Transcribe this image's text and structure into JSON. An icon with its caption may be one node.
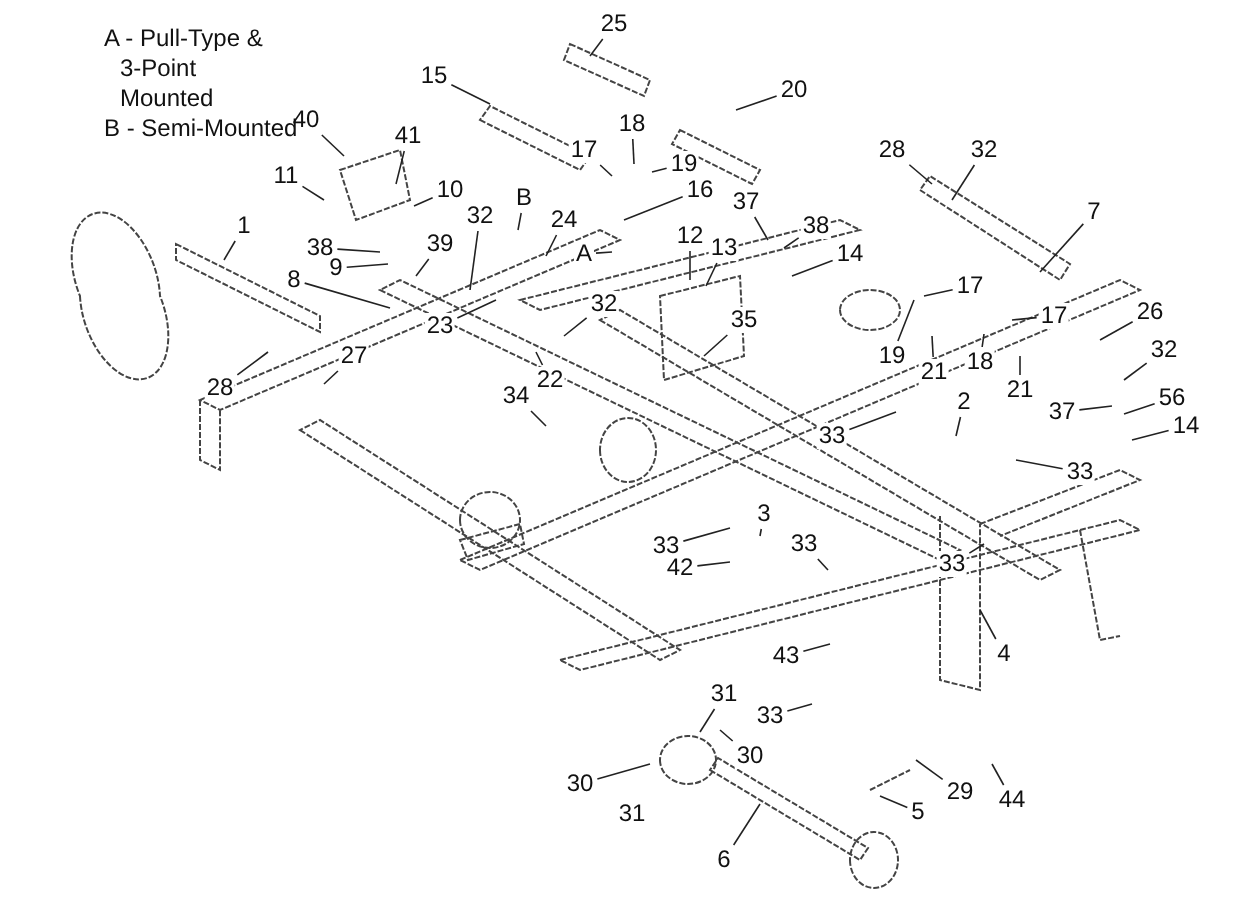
{
  "diagram": {
    "nodes": [
      {
        "text": [
          "1"
        ]
      },
      {
        "text": [
          "40"
        ]
      },
      {
        "text": [
          "41"
        ]
      },
      {
        "text": [
          "11"
        ]
      },
      {
        "text": [
          "10"
        ]
      },
      {
        "text": [
          "38"
        ]
      },
      {
        "text": [
          "9"
        ]
      },
      {
        "text": [
          "39"
        ]
      },
      {
        "text": [
          "8"
        ]
      },
      {
        "text": [
          "32"
        ]
      },
      {
        "text": [
          "23"
        ]
      },
      {
        "text": [
          "B"
        ]
      },
      {
        "text": [
          "24"
        ]
      },
      {
        "text": [
          "A"
        ]
      },
      {
        "text": [
          "32"
        ]
      },
      {
        "text": [
          "22"
        ]
      },
      {
        "text": [
          "34"
        ]
      },
      {
        "text": [
          "28"
        ]
      },
      {
        "text": [
          "27"
        ]
      },
      {
        "text": [
          "25"
        ]
      },
      {
        "text": [
          "15"
        ]
      },
      {
        "text": [
          "17"
        ]
      },
      {
        "text": [
          "18"
        ]
      },
      {
        "text": [
          "19"
        ]
      },
      {
        "text": [
          "16"
        ]
      },
      {
        "text": [
          "20"
        ]
      },
      {
        "text": [
          "12"
        ]
      },
      {
        "text": [
          "13"
        ]
      },
      {
        "text": [
          "35"
        ]
      },
      {
        "text": [
          "37"
        ]
      },
      {
        "text": [
          "38"
        ]
      },
      {
        "text": [
          "14"
        ]
      },
      {
        "text": [
          "28"
        ]
      },
      {
        "text": [
          "32"
        ]
      },
      {
        "text": [
          "7"
        ]
      },
      {
        "text": [
          "17"
        ]
      },
      {
        "text": [
          "17"
        ]
      },
      {
        "text": [
          "19"
        ]
      },
      {
        "text": [
          "21"
        ]
      },
      {
        "text": [
          "18"
        ]
      },
      {
        "text": [
          "21"
        ]
      },
      {
        "text": [
          "26"
        ]
      },
      {
        "text": [
          "32"
        ]
      },
      {
        "text": [
          "37"
        ]
      },
      {
        "text": [
          "56"
        ]
      },
      {
        "text": [
          "14"
        ]
      },
      {
        "text": [
          "33"
        ]
      },
      {
        "text": [
          "2"
        ]
      },
      {
        "text": [
          "33"
        ]
      },
      {
        "text": [
          "3"
        ]
      },
      {
        "text": [
          "33"
        ]
      },
      {
        "text": [
          "33"
        ]
      },
      {
        "text": [
          "33"
        ]
      },
      {
        "text": [
          "42"
        ]
      },
      {
        "text": [
          "43"
        ]
      },
      {
        "text": [
          "33"
        ]
      },
      {
        "text": [
          "4"
        ]
      },
      {
        "text": [
          "31"
        ]
      },
      {
        "text": [
          "30"
        ]
      },
      {
        "text": [
          "30"
        ]
      },
      {
        "text": [
          "31"
        ]
      },
      {
        "text": [
          "29"
        ]
      },
      {
        "text": [
          "44"
        ]
      },
      {
        "text": [
          "5"
        ]
      },
      {
        "text": [
          "6"
        ]
      }
    ],
    "edges": [
      {
        "from": 0,
        "to": null,
        "arrow": "none"
      },
      {
        "from": 1,
        "to": null,
        "arrow": "none"
      },
      {
        "from": 2,
        "to": null,
        "arrow": "none"
      },
      {
        "from": 3,
        "to": null,
        "arrow": "none"
      },
      {
        "from": 4,
        "to": null,
        "arrow": "none"
      },
      {
        "from": 5,
        "to": null,
        "arrow": "none"
      },
      {
        "from": 6,
        "to": null,
        "arrow": "none"
      },
      {
        "from": 7,
        "to": null,
        "arrow": "none"
      },
      {
        "from": 8,
        "to": null,
        "arrow": "none"
      },
      {
        "from": 9,
        "to": null,
        "arrow": "none"
      },
      {
        "from": 10,
        "to": null,
        "arrow": "none"
      },
      {
        "from": 11,
        "to": null,
        "arrow": "none"
      },
      {
        "from": 12,
        "to": null,
        "arrow": "none"
      },
      {
        "from": 13,
        "to": null,
        "arrow": "none"
      },
      {
        "from": 14,
        "to": null,
        "arrow": "none"
      },
      {
        "from": 15,
        "to": null,
        "arrow": "none"
      },
      {
        "from": 16,
        "to": null,
        "arrow": "none"
      },
      {
        "from": 17,
        "to": null,
        "arrow": "none"
      },
      {
        "from": 18,
        "to": null,
        "arrow": "none"
      },
      {
        "from": 19,
        "to": null,
        "arrow": "none"
      },
      {
        "from": 20,
        "to": null,
        "arrow": "none"
      },
      {
        "from": 21,
        "to": null,
        "arrow": "none"
      },
      {
        "from": 22,
        "to": null,
        "arrow": "none"
      },
      {
        "from": 23,
        "to": null,
        "arrow": "none"
      },
      {
        "from": 24,
        "to": null,
        "arrow": "none"
      },
      {
        "from": 25,
        "to": null,
        "arrow": "none"
      },
      {
        "from": 26,
        "to": null,
        "arrow": "none"
      },
      {
        "from": 27,
        "to": null,
        "arrow": "none"
      },
      {
        "from": 28,
        "to": null,
        "arrow": "none"
      },
      {
        "from": 29,
        "to": null,
        "arrow": "none"
      },
      {
        "from": 30,
        "to": null,
        "arrow": "none"
      },
      {
        "from": 31,
        "to": null,
        "arrow": "none"
      },
      {
        "from": 32,
        "to": null,
        "arrow": "none"
      },
      {
        "from": 33,
        "to": null,
        "arrow": "none"
      },
      {
        "from": 34,
        "to": null,
        "arrow": "none"
      },
      {
        "from": 35,
        "to": null,
        "arrow": "none"
      },
      {
        "from": 36,
        "to": null,
        "arrow": "none"
      },
      {
        "from": 37,
        "to": null,
        "arrow": "none"
      },
      {
        "from": 38,
        "to": null,
        "arrow": "none"
      },
      {
        "from": 39,
        "to": null,
        "arrow": "none"
      },
      {
        "from": 40,
        "to": null,
        "arrow": "none"
      },
      {
        "from": 41,
        "to": null,
        "arrow": "none"
      },
      {
        "from": 42,
        "to": null,
        "arrow": "none"
      },
      {
        "from": 43,
        "to": null,
        "arrow": "none"
      },
      {
        "from": 44,
        "to": null,
        "arrow": "none"
      },
      {
        "from": 45,
        "to": null,
        "arrow": "none"
      },
      {
        "from": 46,
        "to": null,
        "arrow": "none"
      },
      {
        "from": 47,
        "to": null,
        "arrow": "none"
      },
      {
        "from": 48,
        "to": null,
        "arrow": "none"
      },
      {
        "from": 49,
        "to": null,
        "arrow": "none"
      },
      {
        "from": 50,
        "to": null,
        "arrow": "none"
      },
      {
        "from": 51,
        "to": null,
        "arrow": "none"
      },
      {
        "from": 52,
        "to": null,
        "arrow": "none"
      },
      {
        "from": 53,
        "to": null,
        "arrow": "none"
      },
      {
        "from": 54,
        "to": null,
        "arrow": "none"
      },
      {
        "from": 55,
        "to": null,
        "arrow": "none"
      },
      {
        "from": 56,
        "to": null,
        "arrow": "none"
      },
      {
        "from": 57,
        "to": null,
        "arrow": "none"
      },
      {
        "from": 58,
        "to": null,
        "arrow": "none"
      },
      {
        "from": 59,
        "to": null,
        "arrow": "none"
      },
      {
        "from": 61,
        "to": null,
        "arrow": "none"
      },
      {
        "from": 62,
        "to": null,
        "arrow": "none"
      },
      {
        "from": 63,
        "to": null,
        "arrow": "none"
      },
      {
        "from": 64,
        "to": null,
        "arrow": "none"
      }
    ],
    "labels": [
      "A - Pull-Type & 3-Point Mounted",
      "B - Semi-Mounted"
    ]
  }
}
